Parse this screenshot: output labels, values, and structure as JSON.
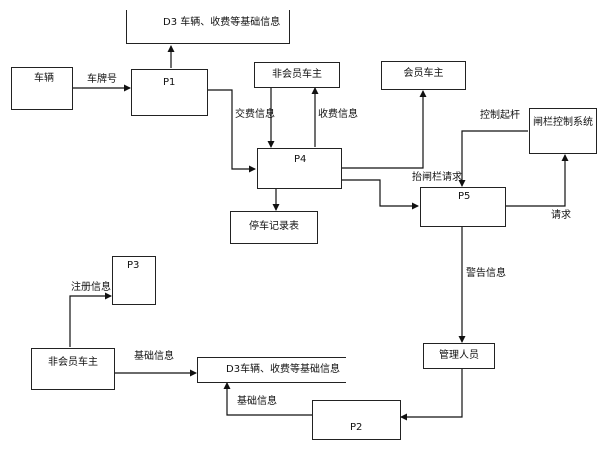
{
  "nodes": {
    "vehicle": "车辆",
    "p1": "P1",
    "d3_top": "D3  车辆、收费等基础信息",
    "non_member_top": "非会员车主",
    "member": "会员车主",
    "p4": "P4",
    "parking_record": "停车记录表",
    "p5": "P5",
    "gate_system": "闸栏控制系统",
    "p3": "P3",
    "non_member_bottom": "非会员车主",
    "d3_bottom": "D3车辆、收费等基础信息",
    "admin": "管理人员",
    "p2": "P2"
  },
  "labels": {
    "plate": "车牌号",
    "pay_info": "交费信息",
    "charge_info": "收费信息",
    "lift_gate_request": "抬闸栏请求",
    "control_lift": "控制起杆",
    "request": "请求",
    "warning_info": "警告信息",
    "register_info": "注册信息",
    "basic_info_top": "基础信息",
    "basic_info_bottom": "基础信息"
  }
}
